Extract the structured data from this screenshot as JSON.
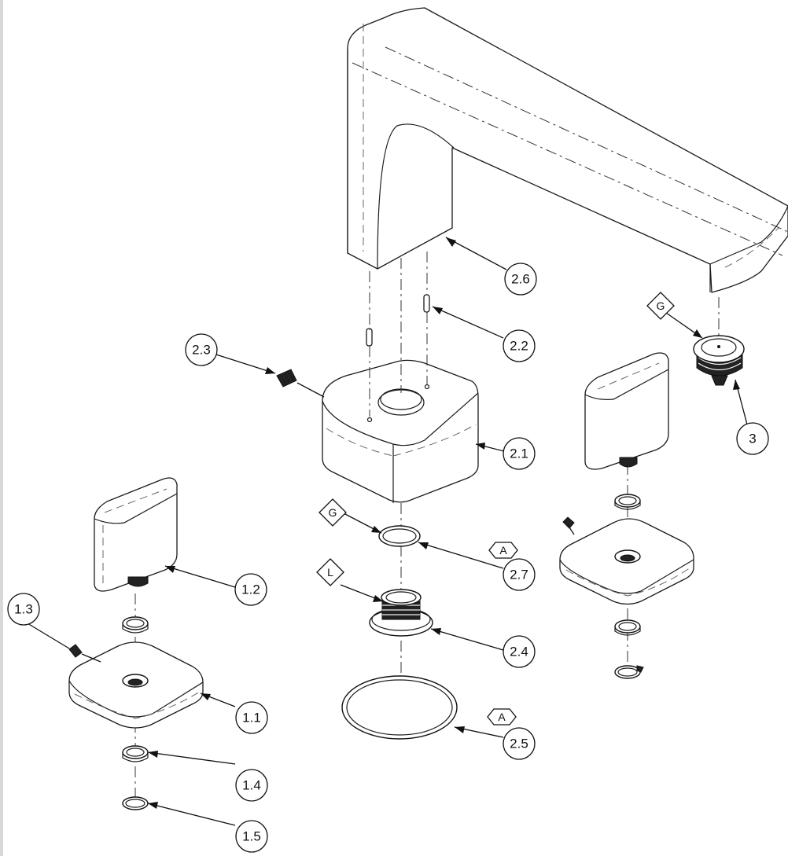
{
  "balloons": [
    {
      "id": "2.6",
      "label": "2.6"
    },
    {
      "id": "2.2",
      "label": "2.2"
    },
    {
      "id": "2.3",
      "label": "2.3"
    },
    {
      "id": "2.1",
      "label": "2.1"
    },
    {
      "id": "3",
      "label": "3"
    },
    {
      "id": "2.7",
      "label": "2.7"
    },
    {
      "id": "2.4",
      "label": "2.4"
    },
    {
      "id": "2.5",
      "label": "2.5"
    },
    {
      "id": "1.2",
      "label": "1.2"
    },
    {
      "id": "1.3",
      "label": "1.3"
    },
    {
      "id": "1.1",
      "label": "1.1"
    },
    {
      "id": "1.4",
      "label": "1.4"
    },
    {
      "id": "1.5",
      "label": "1.5"
    }
  ],
  "symbols": {
    "g_spout": "G",
    "g_oring": "G",
    "l_thread": "L",
    "a_oring": "A",
    "a_large": "A"
  }
}
